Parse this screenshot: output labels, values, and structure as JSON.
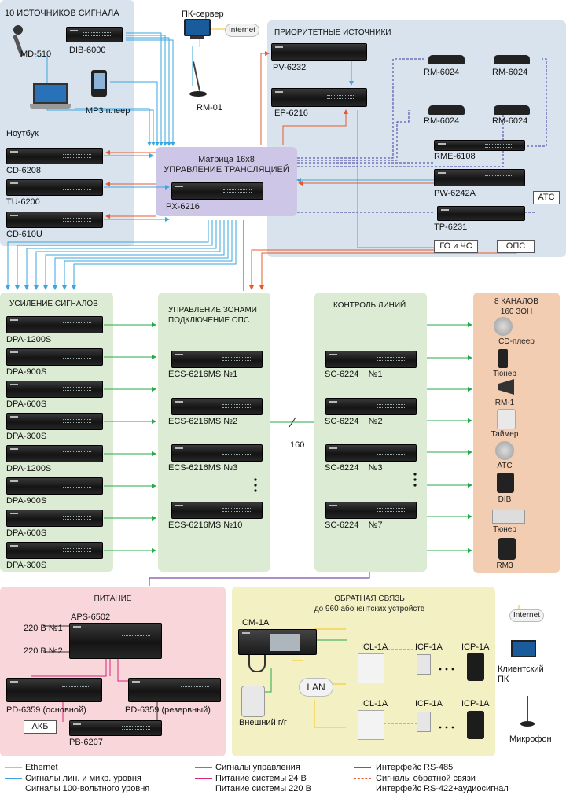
{
  "panels": {
    "sources": "10 ИСТОЧНИКОВ СИГНАЛА",
    "priority": "ПРИОРИТЕТНЫЕ ИСТОЧНИКИ",
    "amplify": "УСИЛЕНИЕ СИГНАЛОВ",
    "zones_1": "УПРАВЛЕНИЕ ЗОНАМИ",
    "zones_2": "ПОДКЛЮЧЕНИЕ ОПС",
    "lines": "КОНТРОЛЬ ЛИНИЙ",
    "channels_1": "8 КАНАЛОВ",
    "channels_2": "160 ЗОН",
    "power": "ПИТАНИЕ",
    "feedback_1": "ОБРАТНАЯ СВЯЗЬ",
    "feedback_2": "до 960 абонентских устройств"
  },
  "matrix": {
    "title_1": "Матрица 16х8",
    "title_2": "УПРАВЛЕНИЕ ТРАНСЛЯЦИЕЙ",
    "device": "PX-6216"
  },
  "sources": {
    "mic": "MD-510",
    "dib": "DIB-6000",
    "server": "ПК-сервер",
    "internet": "Internet",
    "rm01": "RM-01",
    "mp3": "MP3 плеер",
    "laptop": "Ноутбук",
    "cd6208": "CD-6208",
    "tu6200": "TU-6200",
    "cd610u": "CD-610U"
  },
  "priority": {
    "pv6232": "PV-6232",
    "ep6216": "EP-6216",
    "rm_1": "RM-6024",
    "rm_2": "RM-6024",
    "rm_3": "RM-6024",
    "rm_4": "RM-6024",
    "rme": "RME-6108",
    "pw": "PW-6242A",
    "tp": "TP-6231",
    "ats_box": "АТС",
    "go_box": "ГО и ЧС",
    "ops_box": "ОПС"
  },
  "amplifiers": [
    "DPA-1200S",
    "DPA-900S",
    "DPA-600S",
    "DPA-300S",
    "DPA-1200S",
    "DPA-900S",
    "DPA-600S",
    "DPA-300S"
  ],
  "zones": [
    "ECS-6216MS №1",
    "ECS-6216MS №2",
    "ECS-6216MS №3",
    "ECS-6216MS №10"
  ],
  "lines": [
    "SC-6224    №1",
    "SC-6224    №2",
    "SC-6224    №3",
    "SC-6224    №7"
  ],
  "bus_label": "160",
  "outputs": [
    "CD-плеер",
    "Тюнер",
    "RM-1",
    "Таймер",
    "АТС",
    "DIB",
    "Тюнер",
    "RM3"
  ],
  "power": {
    "aps": "APS-6502",
    "in1": "220 В №1",
    "in2": "220 В №2",
    "pd_main": "PD-6359 (основной)",
    "pd_res": "PD-6359 (резервный)",
    "akb": "АКБ",
    "pb": "PB-6207"
  },
  "feedback": {
    "icm": "ICM-1A",
    "ext": "Внешний г/г",
    "lan": "LAN",
    "icl_1": "ICL-1A",
    "icl_2": "ICL-1A",
    "icf_1": "ICF-1A",
    "icf_2": "ICF-1A",
    "icp_1": "ICP-1A",
    "icp_2": "ICP-1A",
    "internet": "Internet",
    "client_1": "Клиентский",
    "client_2": "ПК",
    "mic": "Микрофон"
  },
  "legend": [
    {
      "label": "Ethernet",
      "color": "#f5c21b",
      "style": "solid"
    },
    {
      "label": "Сигналы лин. и микр. уровня",
      "color": "#3aa6dd",
      "style": "solid"
    },
    {
      "label": "Сигналы 100-вольтного уровня",
      "color": "#27a84a",
      "style": "solid"
    },
    {
      "label": "Сигналы управления",
      "color": "#e8582b",
      "style": "solid"
    },
    {
      "label": "Питание системы 24 В",
      "color": "#d6247a",
      "style": "solid"
    },
    {
      "label": "Питание системы 220 В",
      "color": "#333333",
      "style": "solid"
    },
    {
      "label": "Интерфейс RS-485",
      "color": "#7b4fa8",
      "style": "solid"
    },
    {
      "label": "Сигналы обратной связи",
      "color": "#e8582b",
      "style": "dashed"
    },
    {
      "label": "Интерфейс RS-422+аудиосигнал",
      "color": "#3c3c9e",
      "style": "dashed"
    }
  ]
}
